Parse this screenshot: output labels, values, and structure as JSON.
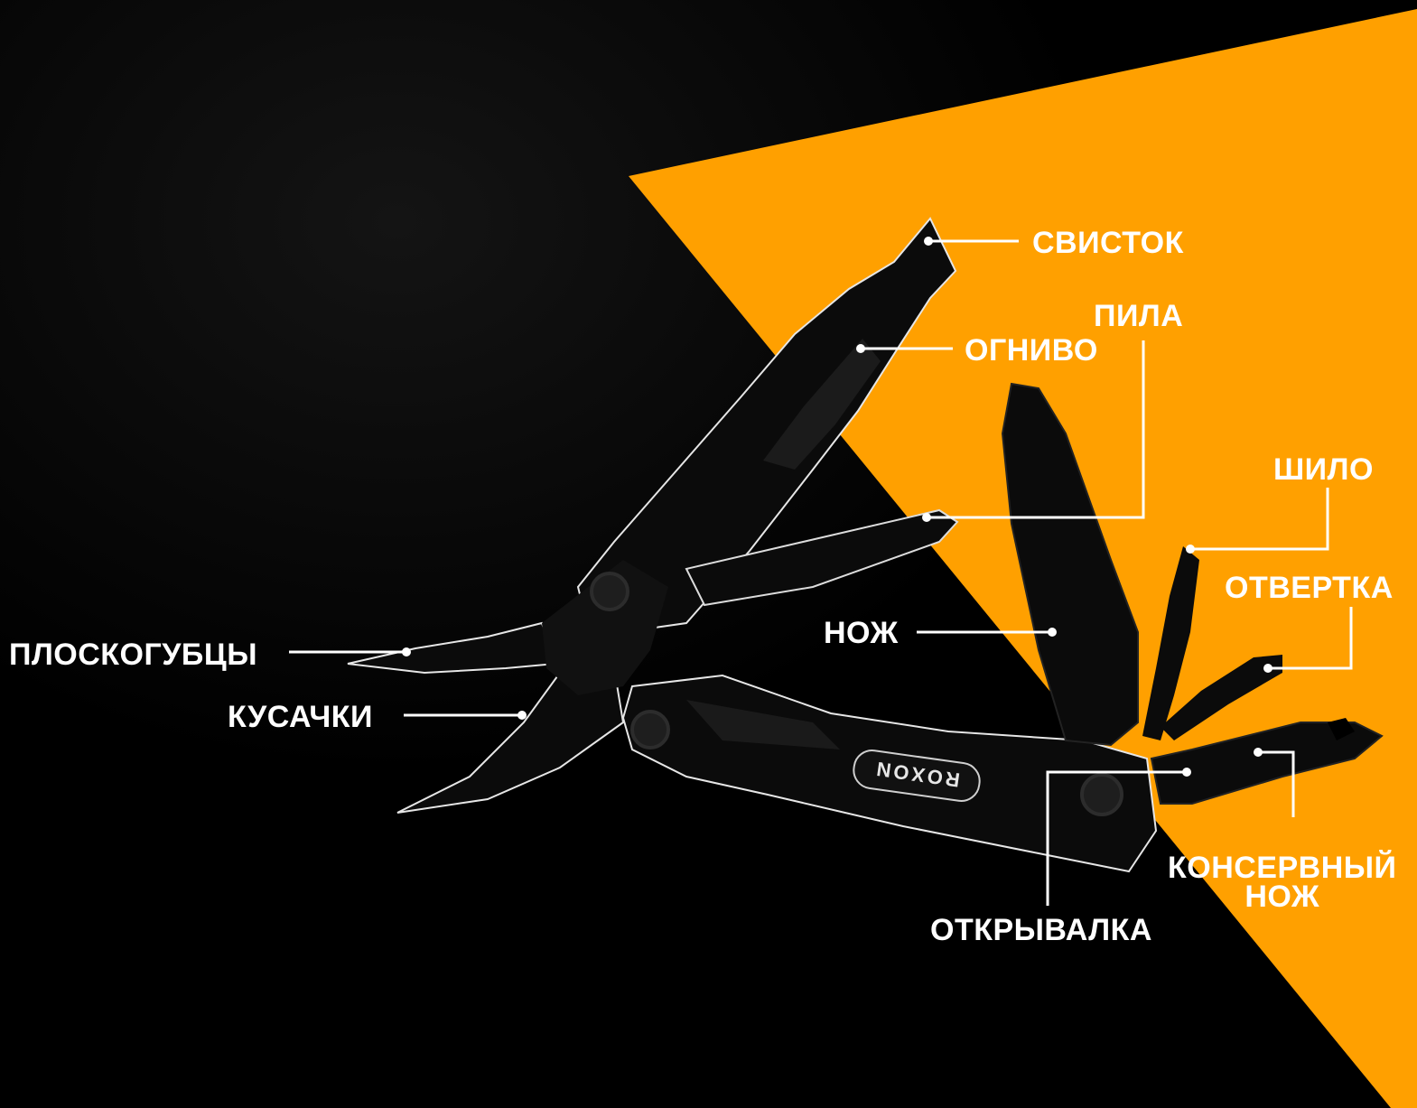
{
  "brand": {
    "logo_text": "ROXON"
  },
  "colors": {
    "background": "#000000",
    "accent": "#FFA000",
    "label": "#FFFFFF",
    "tool": "#0a0a0a"
  },
  "labels": {
    "whistle": "СВИСТОК",
    "saw": "ПИЛА",
    "fire_starter": "ОГНИВО",
    "awl": "ШИЛО",
    "screwdriver": "ОТВЕРТКА",
    "knife": "НОЖ",
    "pliers": "ПЛОСКОГУБЦЫ",
    "wire_cutters": "КУСАЧКИ",
    "can_opener_line1": "КОНСЕРВНЫЙ",
    "can_opener_line2": "НОЖ",
    "bottle_opener": "ОТКРЫВАЛКА"
  }
}
